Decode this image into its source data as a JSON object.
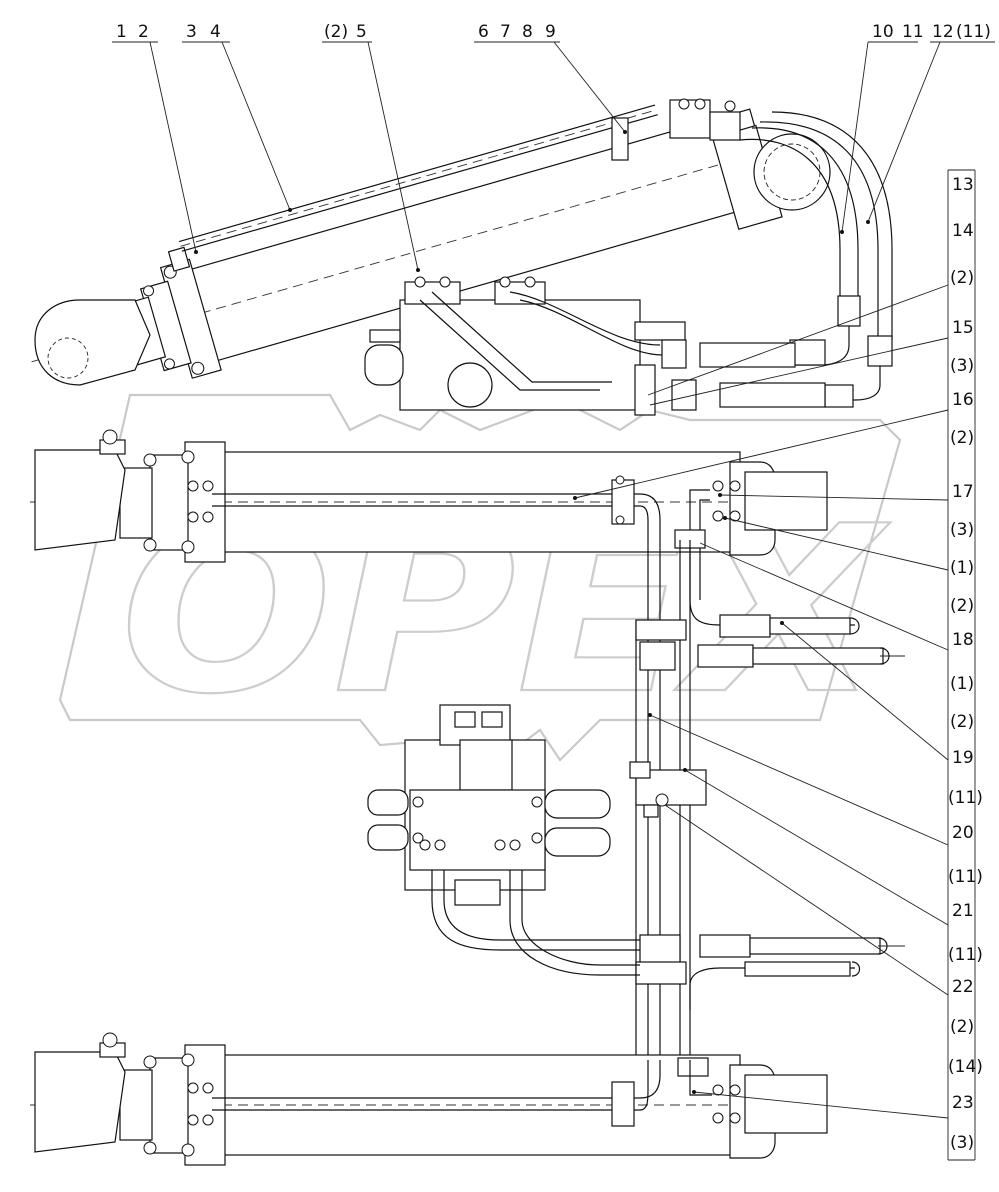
{
  "watermark": "OPEX",
  "callouts_top": [
    "1",
    "2",
    "3",
    "4",
    "(2)",
    "5",
    "6",
    "7",
    "8",
    "9",
    "10",
    "11",
    "12",
    "(11)"
  ],
  "callouts_right": [
    "13",
    "14",
    "(2)",
    "15",
    "(3)",
    "16",
    "(2)",
    "17",
    "(3)",
    "(1)",
    "(2)",
    "18",
    "(1)",
    "(2)",
    "19",
    "(11)",
    "20",
    "(11)",
    "21",
    "(11)",
    "22",
    "(2)",
    "(14)",
    "23",
    "(3)"
  ],
  "colors": {
    "line": "#111111",
    "watermark": "#cdcdcd",
    "background": "#ffffff"
  }
}
